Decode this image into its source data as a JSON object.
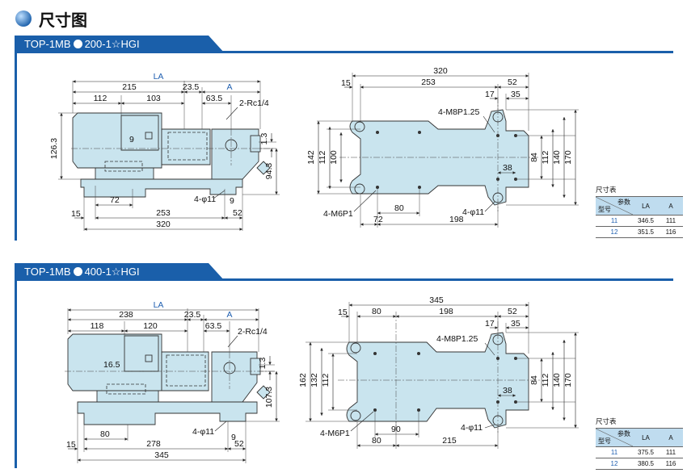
{
  "page_title": "尺寸图",
  "sections": [
    {
      "model": "TOP-1MB",
      "variant": "200-1☆HGI",
      "side_dims": {
        "LA": "LA",
        "A": "A",
        "d215": "215",
        "d23_5": "23.5",
        "d112": "112",
        "d103": "103",
        "d63_5": "63.5",
        "rc": "2-Rc1/4",
        "d126_3": "126.3",
        "d9": "9",
        "d1_3": "1.3",
        "d94_3": "94.3",
        "d72": "72",
        "hole": "4-φ11",
        "d9b": "9",
        "d15": "15",
        "d253": "253",
        "d52": "52",
        "d320": "320"
      },
      "plan_dims": {
        "d320": "320",
        "d15": "15",
        "d253": "253",
        "d52": "52",
        "d17": "17",
        "d35": "35",
        "m8": "4-M8P1.25",
        "d142": "142",
        "d112": "112",
        "d100": "100",
        "d84": "84",
        "d112b": "112",
        "d140": "140",
        "d170": "170",
        "d38": "38",
        "m6": "4-M6P1",
        "d80": "80",
        "hole": "4-φ11",
        "d72": "72",
        "d198": "198"
      },
      "table": {
        "caption": "尺寸表",
        "param": "参数",
        "model": "型号",
        "columns": [
          "LA",
          "A"
        ],
        "rows": [
          [
            "11",
            "346.5",
            "111"
          ],
          [
            "12",
            "351.5",
            "116"
          ]
        ]
      }
    },
    {
      "model": "TOP-1MB",
      "variant": "400-1☆HGI",
      "side_dims": {
        "LA": "LA",
        "A": "A",
        "d238": "238",
        "d23_5": "23.5",
        "d118": "118",
        "d120": "120",
        "d63_5": "63.5",
        "rc": "2-Rc1/4",
        "d16_5": "16.5",
        "d1_3": "1.3",
        "d107_3": "107.3",
        "d80": "80",
        "hole": "4-φ11",
        "d9": "9",
        "d15": "15",
        "d278": "278",
        "d52": "52",
        "d345": "345"
      },
      "plan_dims": {
        "d345": "345",
        "d15": "15",
        "d80": "80",
        "d198": "198",
        "d52": "52",
        "d17": "17",
        "d35": "35",
        "m8": "4-M8P1.25",
        "d162": "162",
        "d132": "132",
        "d112": "112",
        "d84": "84",
        "d112b": "112",
        "d140": "140",
        "d170": "170",
        "d38": "38",
        "m6": "4-M6P1",
        "d80b": "80",
        "d90": "90",
        "hole": "4-φ11",
        "d215": "215"
      },
      "table": {
        "caption": "尺寸表",
        "param": "参数",
        "model": "型号",
        "columns": [
          "LA",
          "A"
        ],
        "rows": [
          [
            "11",
            "375.5",
            "111"
          ],
          [
            "12",
            "380.5",
            "116"
          ]
        ]
      }
    }
  ],
  "colors": {
    "accent": "#1a5faa",
    "part_fill": "#c9e4ee",
    "table_header": "#bfdcef"
  }
}
